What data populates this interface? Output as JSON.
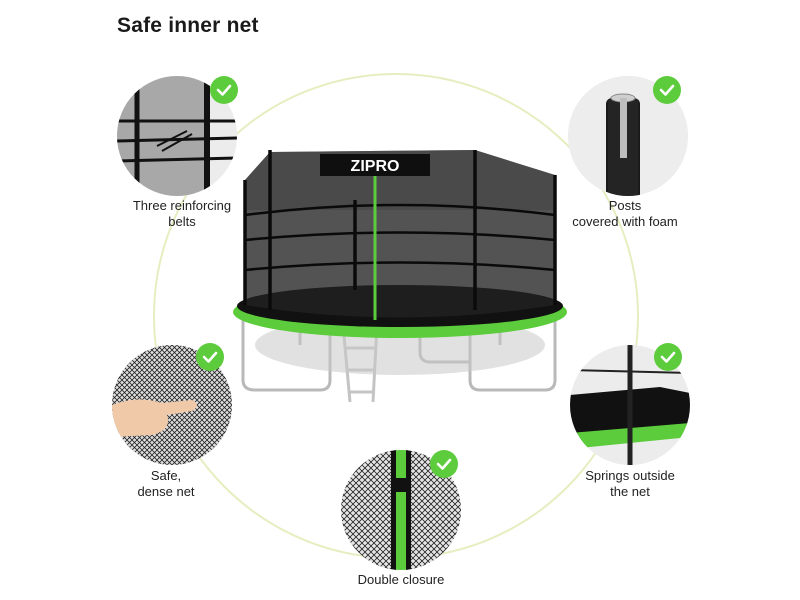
{
  "title": "Safe inner net",
  "brand": "ZIPRO",
  "colors": {
    "accent": "#5ccc3c",
    "net": "#1c1c1c",
    "mat": "#111111",
    "ring": "#e4ecb8"
  },
  "features": [
    {
      "id": "belts",
      "lines": [
        "Three reinforcing",
        "belts"
      ],
      "icon": "check-icon"
    },
    {
      "id": "posts",
      "lines": [
        "Posts",
        "covered with foam"
      ],
      "icon": "check-icon"
    },
    {
      "id": "net",
      "lines": [
        "Safe,",
        "dense net"
      ],
      "icon": "check-icon"
    },
    {
      "id": "springs",
      "lines": [
        "Springs outside",
        "the net"
      ],
      "icon": "check-icon"
    },
    {
      "id": "closure",
      "lines": [
        "Double closure"
      ],
      "icon": "check-icon"
    }
  ]
}
